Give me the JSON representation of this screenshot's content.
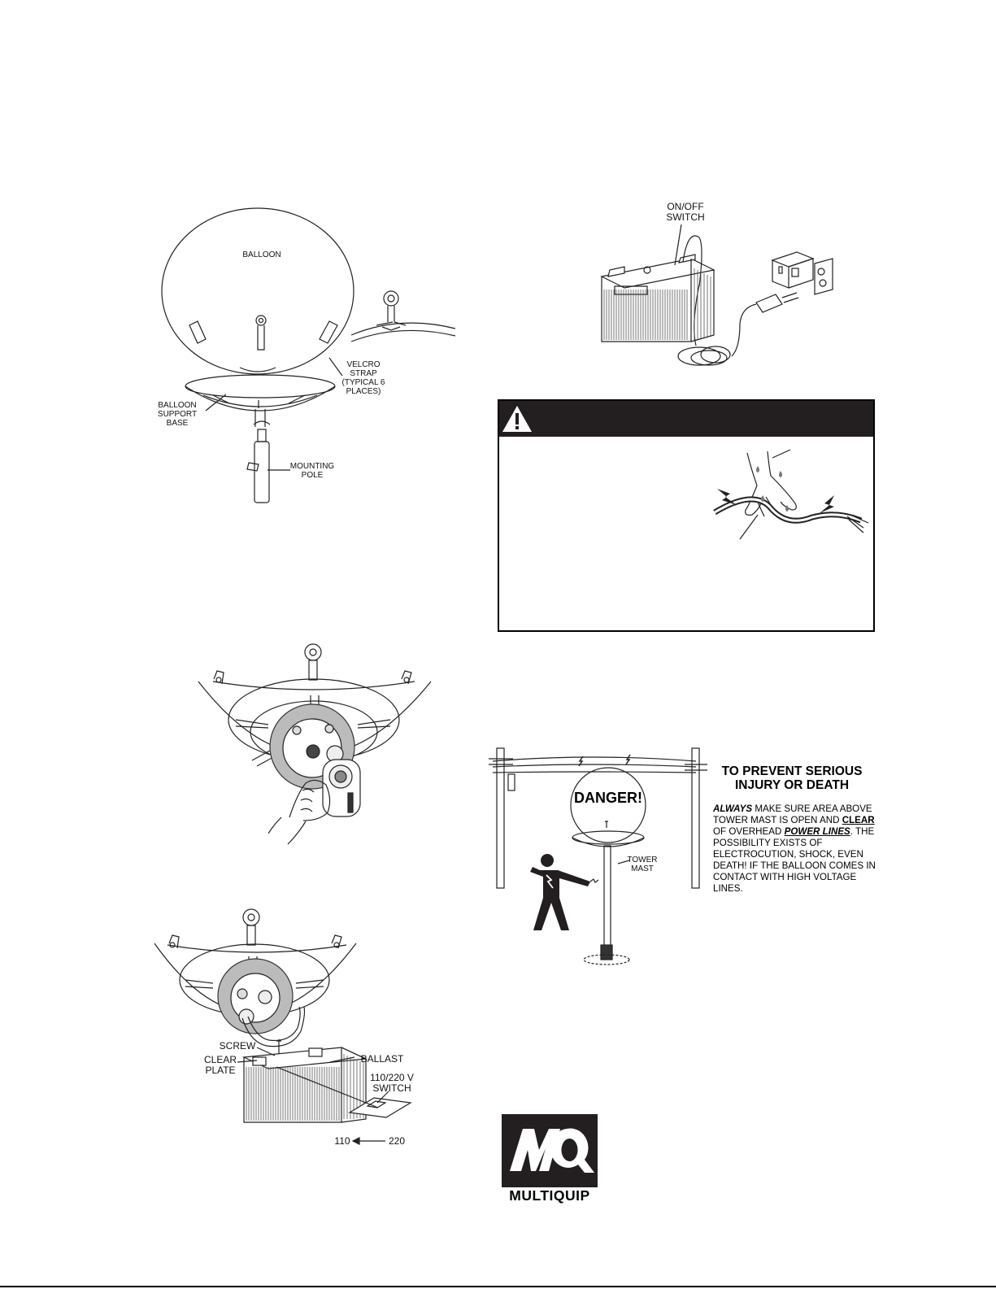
{
  "figures": {
    "balloon": {
      "balloon_label": "BALLOON",
      "velcro_label": "VELCRO\nSTRAP\n(TYPICAL 6\nPLACES)",
      "support_label": "BALLOON\nSUPPORT\nBASE",
      "pole_label": "MOUNTING\nPOLE"
    },
    "ballast": {
      "screw_label": "SCREW",
      "plate_label": "CLEAR\nPLATE",
      "ballast_label": "BALLAST",
      "switch_label": "110/220 V\nSWITCH",
      "v110": "110",
      "v220": "220"
    },
    "power": {
      "onoff_label": "ON/OFF\nSWITCH"
    },
    "danger": {
      "sign_text": "DANGER!",
      "tower_label": "TOWER\nMAST",
      "heading": "TO PREVENT SERIOUS\nINJURY OR DEATH",
      "always": "ALWAYS",
      "text1": " MAKE SURE AREA ABOVE TOWER MAST IS OPEN AND ",
      "clear": "CLEAR",
      "text2": " OF OVERHEAD ",
      "power_lines": "POWER LINES",
      "text3": ". THE POSSIBILITY EXISTS OF ELECTROCUTION, SHOCK, EVEN DEATH! IF THE BALLOON COMES IN CONTACT WITH HIGH VOLTAGE LINES."
    }
  },
  "logo": {
    "mark": "MQ",
    "wordmark": "MULTIQUIP"
  },
  "icons": [
    "warning-triangle-icon",
    "wet-hand-icon",
    "electrocution-person-icon"
  ]
}
